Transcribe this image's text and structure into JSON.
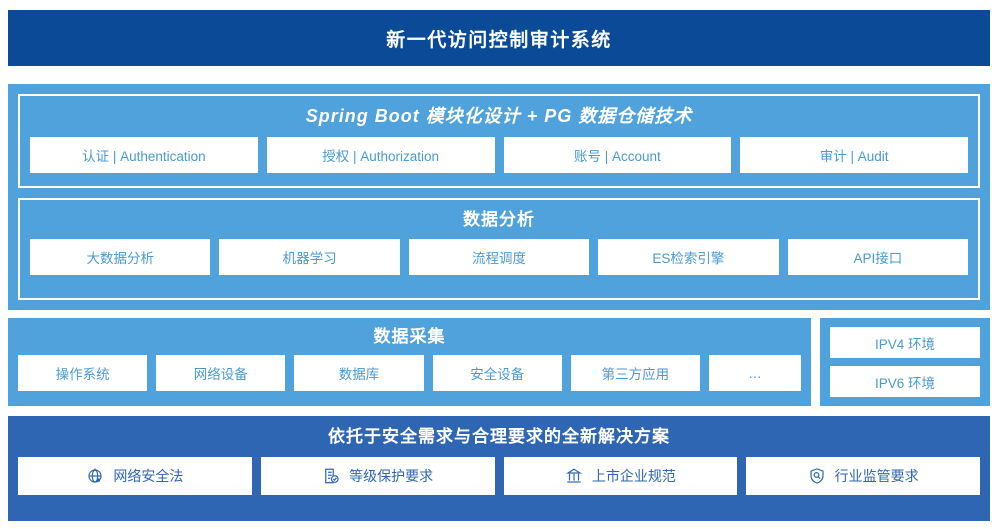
{
  "header": {
    "title": "新一代访问控制审计系统"
  },
  "platform": {
    "title": "Spring Boot 模块化设计 + PG 数据仓储技术",
    "chips": [
      {
        "label": "认证 | Authentication"
      },
      {
        "label": "授权 | Authorization"
      },
      {
        "label": "账号 | Account"
      },
      {
        "label": "审计 | Audit"
      }
    ]
  },
  "analysis": {
    "title": "数据分析",
    "chips": [
      {
        "label": "大数据分析"
      },
      {
        "label": "机器学习"
      },
      {
        "label": "流程调度"
      },
      {
        "label": "ES检索引擎"
      },
      {
        "label": "API接口"
      }
    ]
  },
  "collect": {
    "title": "数据采集",
    "chips": [
      {
        "label": "操作系统"
      },
      {
        "label": "网络设备"
      },
      {
        "label": "数据库"
      },
      {
        "label": "安全设备"
      },
      {
        "label": "第三方应用"
      },
      {
        "label": "…"
      }
    ]
  },
  "environment": {
    "chips": [
      {
        "label": "IPV4 环境"
      },
      {
        "label": "IPV6 环境"
      }
    ]
  },
  "solution": {
    "title": "依托于安全需求与合理要求的全新解决方案",
    "chips": [
      {
        "label": "网络安全法",
        "icon": "globe-icon"
      },
      {
        "label": "等级保护要求",
        "icon": "document-check-icon"
      },
      {
        "label": "上市企业规范",
        "icon": "bank-icon"
      },
      {
        "label": "行业监管要求",
        "icon": "shield-search-icon"
      }
    ]
  },
  "colors": {
    "header_bg": "#0a4a96",
    "panel_light_blue": "#4fa2db",
    "panel_dark_blue": "#2f66b3",
    "chip_bg": "#ffffff",
    "chip_text_light": "#4a9ad4",
    "chip_text_dark": "#2f66b3"
  }
}
